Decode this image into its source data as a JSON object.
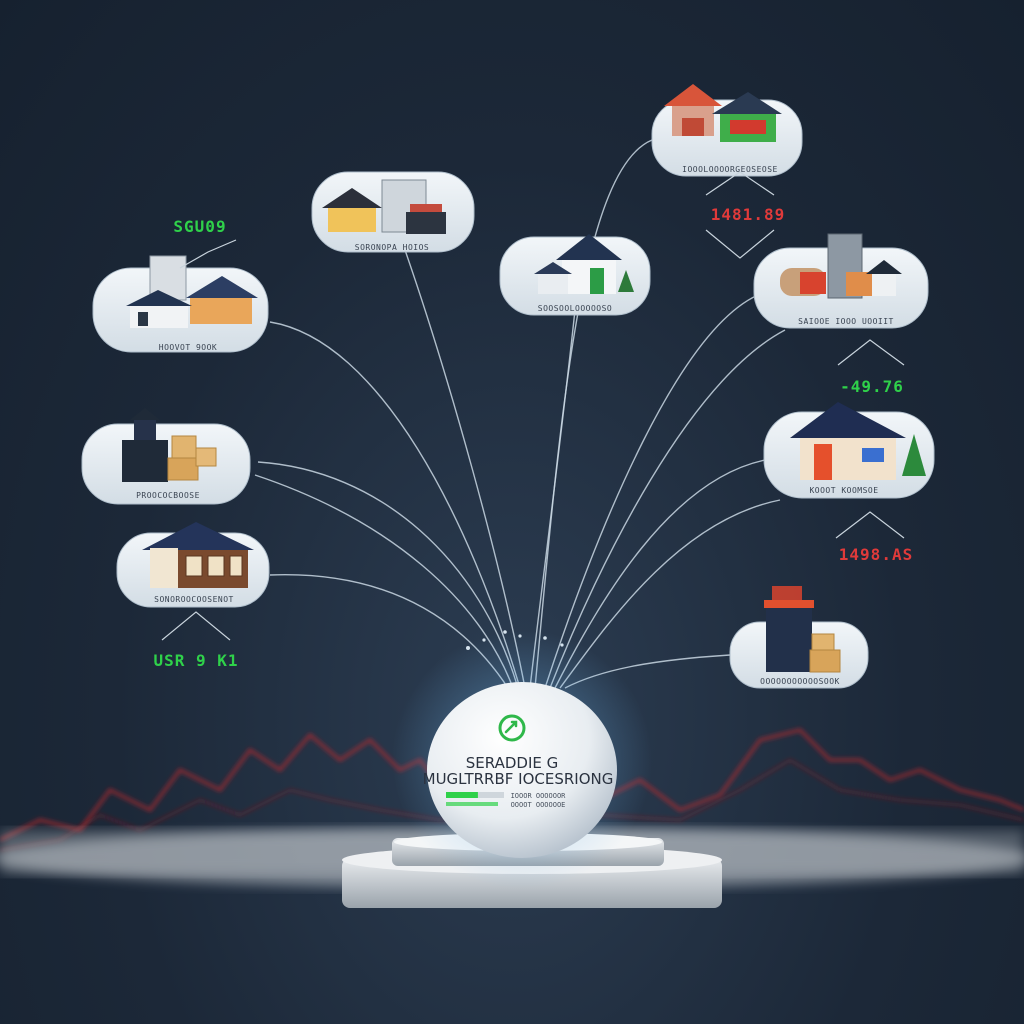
{
  "colors": {
    "background": "#1c2838",
    "card": "#e6eef3",
    "connector": "#c9d7e3",
    "positive": "#2fd14a",
    "negative": "#e03a3a",
    "market_line": "#c0262b"
  },
  "cards": [
    {
      "id": "house-pair",
      "caption": "HOOVOT 9OOK"
    },
    {
      "id": "townhouse-cabin",
      "caption": "SORONOPA HOIOS"
    },
    {
      "id": "tower-boxes",
      "caption": "PROOCOCBOOSE"
    },
    {
      "id": "solar-house",
      "caption": "SONOROOCOOSENOT"
    },
    {
      "id": "white-house",
      "caption": "SOOSOOLOOOOOSO"
    },
    {
      "id": "red-barn-green-house",
      "caption": "IOOOLOOOORGEOSEOSE"
    },
    {
      "id": "industrial-house",
      "caption": "SAIOOE IOOO UOOIIT"
    },
    {
      "id": "orange-door-house",
      "caption": "KOOOT KOOMSOE"
    },
    {
      "id": "warehouse-boxes",
      "caption": "OOOOOOOOOOOSOOK"
    }
  ],
  "values": [
    {
      "id": "value-top-left",
      "text": "SGU09",
      "trend": "up"
    },
    {
      "id": "value-bottom-left",
      "text": "USR 9 K1",
      "trend": "up"
    },
    {
      "id": "value-top-right",
      "text": "1481.89",
      "trend": "down"
    },
    {
      "id": "value-mid-right",
      "text": "-49.76",
      "trend": "up"
    },
    {
      "id": "value-lower-right",
      "text": "1498.AS",
      "trend": "down"
    }
  ],
  "hub": {
    "title_line1": "SERADDIE G",
    "title_line2": "MUGLTRRBF IOCESRIONG",
    "sub_line1": "IOOOR OOOOOOR",
    "sub_line2": "OOOOT OOOOOOE",
    "logo_icon": "circle-arrow-logo-icon",
    "progress": 0.55
  }
}
